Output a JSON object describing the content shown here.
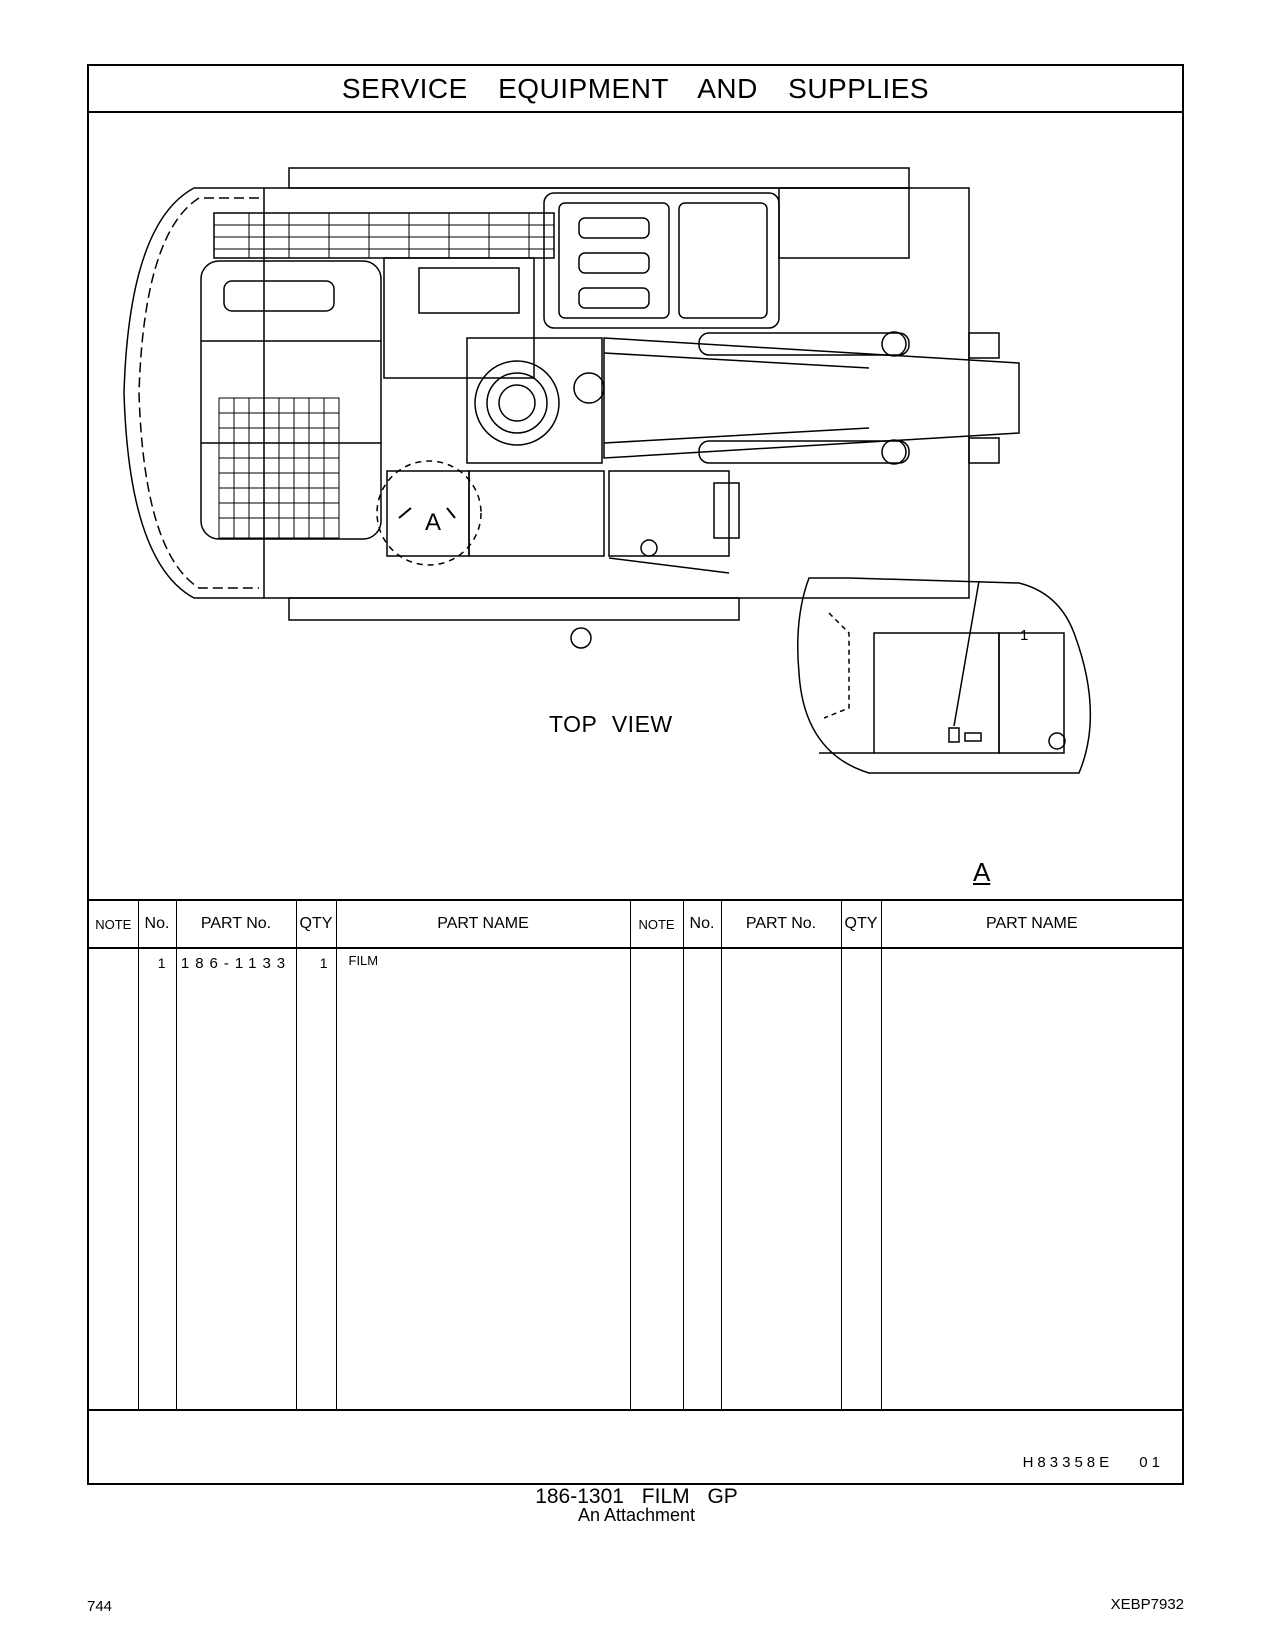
{
  "page": {
    "title": "SERVICE EQUIPMENT AND SUPPLIES",
    "drawing_labels": {
      "top_view": "TOP VIEW",
      "section_marker": "A",
      "view_a": "A",
      "callout": "1"
    },
    "table": {
      "headers_left": [
        "NOTE",
        "No.",
        "PART No.",
        "QTY",
        "PART NAME"
      ],
      "headers_right": [
        "NOTE",
        "No.",
        "PART No.",
        "QTY",
        "PART NAME"
      ],
      "rows": [
        {
          "note": "",
          "no": "1",
          "part_no": "186-1133",
          "qty": "1",
          "part_name": "FILM"
        }
      ]
    },
    "drawing_number": "H83358E  01",
    "caption": {
      "title": "186-1301  FILM  GP",
      "subtitle": "An Attachment"
    },
    "page_number": "744",
    "doc_code": "XEBP7932"
  }
}
